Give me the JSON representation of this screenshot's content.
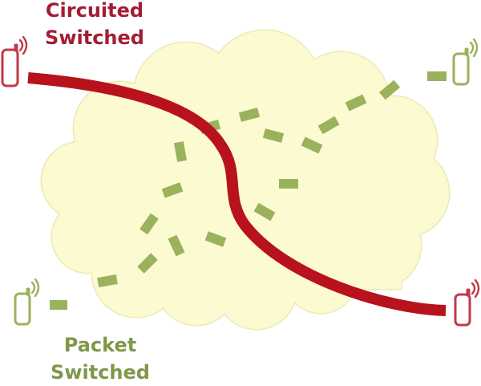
{
  "labels": {
    "circuit_switched": [
      "Circuited",
      "Switched"
    ],
    "packet_switched": [
      "Packet",
      "Switched"
    ]
  },
  "colors": {
    "circuit": "#b8121c",
    "circuit_text": "#a31d35",
    "circuit_phone": "#c0394b",
    "packet": "#9bb25c",
    "packet_text": "#80974a",
    "packet_phone": "#9bb25c",
    "cloud_fill": "#fbfad0",
    "cloud_stroke": "#ece9b8"
  },
  "icons": {
    "phone": "mobile-phone-icon",
    "signal": "signal-waves-icon"
  }
}
